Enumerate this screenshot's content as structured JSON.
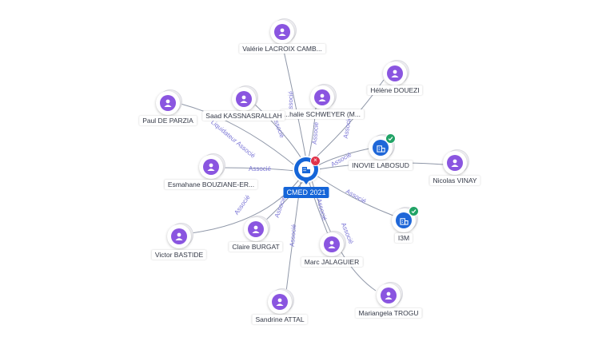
{
  "colors": {
    "person": "#8a55e0",
    "company": "#1f67d8",
    "center": "#1565d8",
    "verified": "#21a366",
    "removed": "#e0334a",
    "edge_label": "#7b76d6"
  },
  "center": {
    "name": "CMED 2021",
    "icon": "building-icon",
    "badge_icon": "close-icon"
  },
  "nodes": [
    {
      "id": "valerie",
      "name": "Valérie LACROIX CAMB...",
      "type": "person",
      "icon": "person-icon",
      "relation": "Associé"
    },
    {
      "id": "helene",
      "name": "Hélène DOUEZI",
      "type": "person",
      "icon": "person-icon",
      "relation": "Associé"
    },
    {
      "id": "nathalie",
      "name": "...halie SCHWEYER (M...",
      "type": "person",
      "icon": "person-icon",
      "relation": "Associé"
    },
    {
      "id": "saad",
      "name": "Saad KASSNASRALLAH",
      "type": "person",
      "icon": "person-icon",
      "relation": "Associé"
    },
    {
      "id": "paul",
      "name": "Paul DE PARZIA",
      "type": "person",
      "icon": "person-icon",
      "relation": "Liquidateur Associé"
    },
    {
      "id": "inovie",
      "name": "INOVIE LABOSUD",
      "type": "company",
      "icon": "building-icon",
      "verified": true,
      "relation": "Associé"
    },
    {
      "id": "nicolas",
      "name": "Nicolas VINAY",
      "type": "person",
      "icon": "person-icon",
      "relation": ""
    },
    {
      "id": "esmahane",
      "name": "Esmahane BOUZIANE-ER...",
      "type": "person",
      "icon": "person-icon",
      "relation": "Associé"
    },
    {
      "id": "i3m",
      "name": "I3M",
      "type": "company",
      "icon": "building-icon",
      "verified": true,
      "relation": "Associé"
    },
    {
      "id": "victor",
      "name": "Victor BASTIDE",
      "type": "person",
      "icon": "person-icon",
      "relation": "Associé"
    },
    {
      "id": "claire",
      "name": "Claire BURGAT",
      "type": "person",
      "icon": "person-icon",
      "relation": "Associé"
    },
    {
      "id": "marc",
      "name": "Marc JALAGUIER",
      "type": "person",
      "icon": "person-icon",
      "relation": "Associé"
    },
    {
      "id": "sandrine",
      "name": "Sandrine ATTAL",
      "type": "person",
      "icon": "person-icon",
      "relation": "Associé"
    },
    {
      "id": "mariangela",
      "name": "Mariangela TROGU",
      "type": "person",
      "icon": "person-icon",
      "relation": "Associé"
    }
  ]
}
